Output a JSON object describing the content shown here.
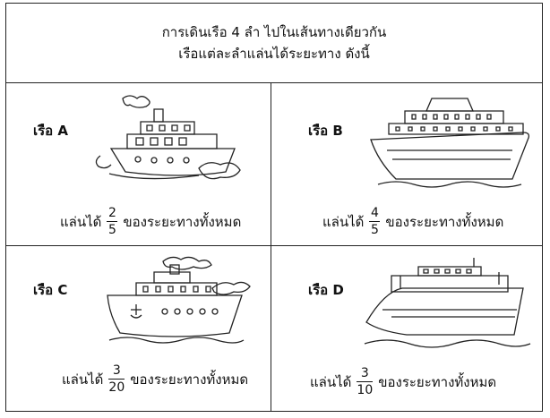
{
  "header": {
    "line1": "การเดินเรือ 4 ลำ ไปในเส้นทางเดียวกัน",
    "line2": "เรือแต่ละลำแล่นได้ระยะทาง ดังนี้"
  },
  "caption_prefix": "แล่นได้",
  "caption_suffix": "ของระยะทางทั้งหมด",
  "ships": [
    {
      "name": "เรือ A",
      "numerator": "2",
      "denominator": "5"
    },
    {
      "name": "เรือ B",
      "numerator": "4",
      "denominator": "5"
    },
    {
      "name": "เรือ C",
      "numerator": "3",
      "denominator": "20"
    },
    {
      "name": "เรือ D",
      "numerator": "3",
      "denominator": "10"
    }
  ]
}
